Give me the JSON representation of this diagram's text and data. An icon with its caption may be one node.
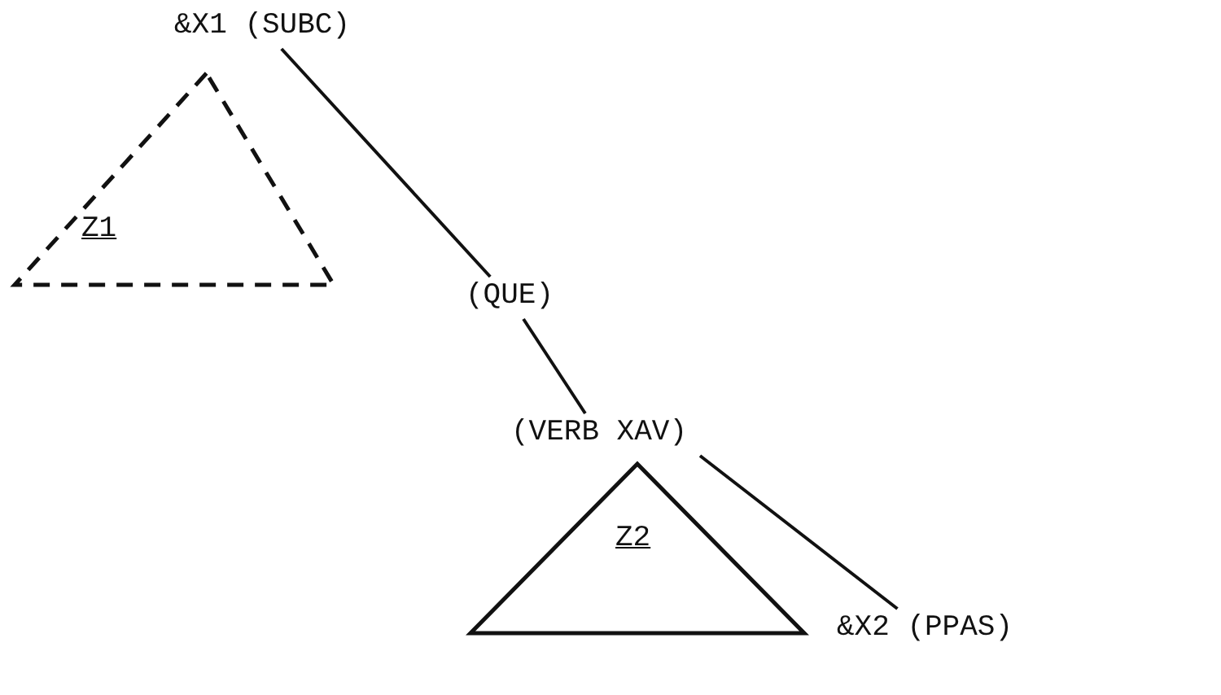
{
  "diagram": {
    "nodes": [
      {
        "text": [
          "&X1 (SUBC)"
        ]
      },
      {
        "text": [
          "Z1"
        ]
      },
      {
        "text": [
          "(QUE)"
        ]
      },
      {
        "text": [
          "(VERB XAV)"
        ]
      },
      {
        "text": [
          "Z2"
        ]
      },
      {
        "text": [
          "&X2 (PPAS)"
        ]
      }
    ],
    "edges": [
      {
        "from": 0,
        "to": 2,
        "arrow": "none"
      },
      {
        "from": 2,
        "to": 3,
        "arrow": "none"
      },
      {
        "from": 3,
        "to": 5,
        "arrow": "none"
      }
    ]
  }
}
